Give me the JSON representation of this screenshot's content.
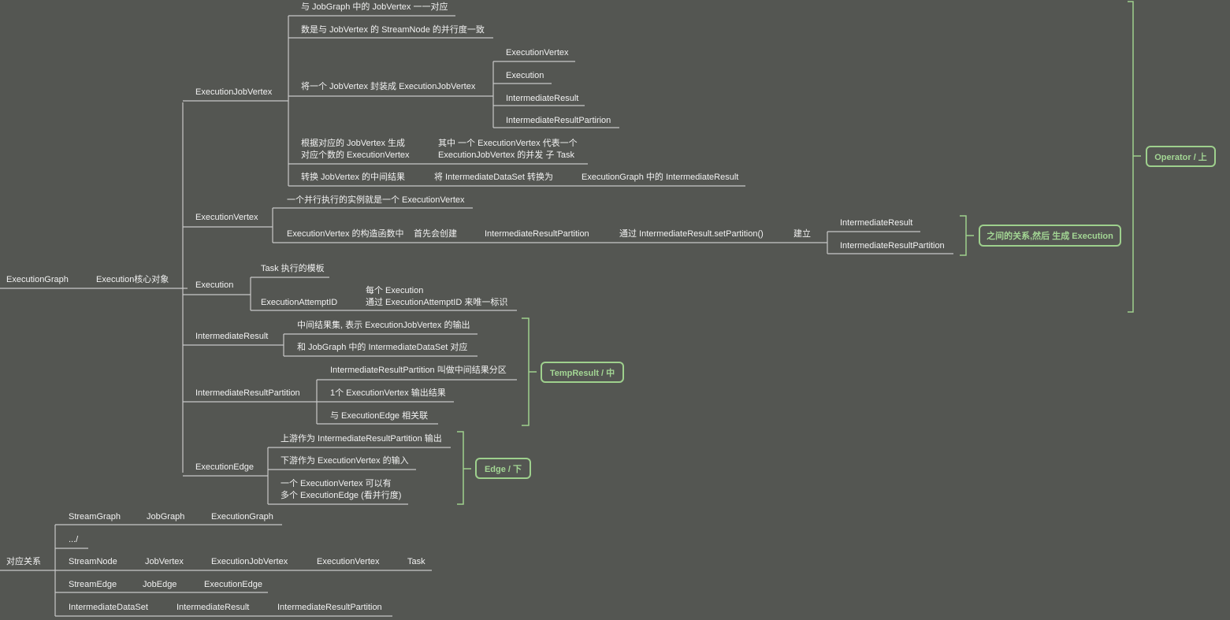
{
  "root": {
    "label": "ExecutionGraph",
    "child": "Execution核心对象"
  },
  "ejv": {
    "label": "ExecutionJobVertex",
    "c1": "与 JobGraph 中的 JobVertex 一一对应",
    "c2": "数是与 JobVertex 的 StreamNode 的并行度一致",
    "c3": "将一个 JobVertex 封装成 ExecutionJobVertex",
    "c3_items": [
      "ExecutionVertex",
      "Execution",
      "IntermediateResult",
      "IntermediateResultPartirion"
    ],
    "c4a": "根据对应的 JobVertex 生成",
    "c4b": "对应个数的 ExecutionVertex",
    "c4c": "其中 一个 ExecutionVertex 代表一个",
    "c4d": "ExecutionJobVertex 的并发 子 Task",
    "c5a": "转换 JobVertex 的中间结果",
    "c5b": "将 IntermediateDataSet 转换为",
    "c5c": "ExecutionGraph 中的 IntermediateResult"
  },
  "ev": {
    "label": "ExecutionVertex",
    "c1": "一个并行执行的实例就是一个 ExecutionVertex",
    "c2a": "ExecutionVertex 的构造函数中",
    "c2b": "首先会创建",
    "c2c": "IntermediateResultPartition",
    "c2d": "通过 IntermediateResult.setPartition()",
    "c2e": "建立",
    "c2f": "IntermediateResult",
    "c2g": "IntermediateResultPartition",
    "box": "之间的关系,然后 生成 Execution"
  },
  "ex": {
    "label": "Execution",
    "c1": "Task 执行的模板",
    "c2": "ExecutionAttemptID",
    "c2a": "每个 Execution",
    "c2b": "通过 ExecutionAttemptID 来唯一标识"
  },
  "ir": {
    "label": "IntermediateResult",
    "c1": "中间结果集, 表示 ExecutionJobVertex 的输出",
    "c2": "和 JobGraph 中的 IntermediateDataSet 对应"
  },
  "irp": {
    "label": "IntermediateResultPartition",
    "c1": "IntermediateResultPartition 叫做中间结果分区",
    "c2": "1个 ExecutionVertex 输出结果",
    "c3": "与 ExecutionEdge 相关联"
  },
  "ee": {
    "label": "ExecutionEdge",
    "c1": "上游作为 IntermediateResultPartition 输出",
    "c2": "下游作为 ExecutionVertex 的输入",
    "c3a": "一个 ExecutionVertex 可以有",
    "c3b": "多个 ExecutionEdge (看并行度)"
  },
  "summaries": {
    "top": "Operator / 上",
    "mid": "TempResult / 中",
    "low": "Edge / 下"
  },
  "mapping": {
    "label": "对应关系",
    "rows": [
      [
        "StreamGraph",
        "JobGraph",
        "ExecutionGraph"
      ],
      [
        ".../"
      ],
      [
        "StreamNode",
        "JobVertex",
        "ExecutionJobVertex",
        "ExecutionVertex",
        "Task"
      ],
      [
        "StreamEdge",
        "JobEdge",
        "ExecutionEdge"
      ],
      [
        "IntermediateDataSet",
        "IntermediateResult",
        "IntermediateResultPartition"
      ]
    ]
  },
  "colors": {
    "background": "#545652",
    "line": "#c8c8c8",
    "summary": "#9ed08d",
    "text": "#f2f2f2"
  }
}
